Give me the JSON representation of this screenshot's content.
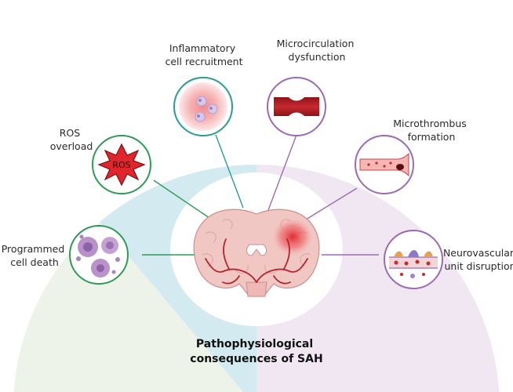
{
  "colors": {
    "sector_green": "#eef3ea",
    "sector_blue": "#d3ebf0",
    "sector_purple": "#f0e7f2",
    "green_ring": "#2f9a57",
    "teal_ring": "#2d9a9a",
    "purple_ring": "#9a6ab3",
    "vessel": "#b3262c",
    "brain": "#f1c7c4"
  },
  "title": {
    "line1": "Pathophysiological",
    "line2": "consequences of SAH"
  },
  "nodes": [
    {
      "id": "programmed-cell-death",
      "label_lines": [
        "Programmed",
        "cell death"
      ],
      "icon": "apoptotic-cells-icon",
      "ring": "green"
    },
    {
      "id": "ros-overload",
      "label_lines": [
        "ROS",
        "overload"
      ],
      "icon": "ros-burst-icon",
      "icon_text": "ROS",
      "ring": "green"
    },
    {
      "id": "inflammatory-cell-recruitment",
      "label_lines": [
        "Inflammatory",
        "cell recruitment"
      ],
      "icon": "inflammatory-cells-icon",
      "ring": "teal"
    },
    {
      "id": "microcirculation-dysfunction",
      "label_lines": [
        "Microcirculation",
        "dysfunction"
      ],
      "icon": "constricted-vessel-icon",
      "ring": "purple"
    },
    {
      "id": "microthrombus-formation",
      "label_lines": [
        "Microthrombus",
        "formation"
      ],
      "icon": "thrombus-vessel-icon",
      "ring": "purple"
    },
    {
      "id": "neurovascular-unit-disruption",
      "label_lines": [
        "Neurovascular",
        "unit disruption"
      ],
      "icon": "neurovascular-unit-icon",
      "ring": "purple"
    }
  ],
  "center": {
    "icon": "brain-hemorrhage-icon"
  }
}
